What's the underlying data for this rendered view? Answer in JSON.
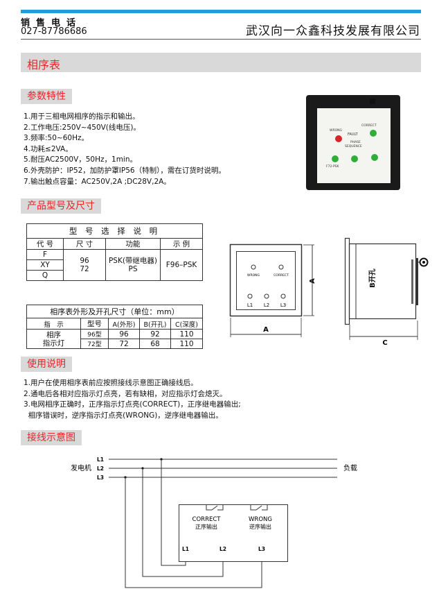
{
  "header": {
    "sales_label": "销售电话",
    "phone": "027-87786686",
    "company": "武汉向一众鑫科技发展有限公司"
  },
  "page_title": "相序表",
  "specs": {
    "heading": "参数特性",
    "items": [
      "1.用于三相电网相序的指示和输出。",
      "2.工作电压:250V~450V(线电压)。",
      "3.频率:50~60Hz。",
      "4.功耗≤2VA。",
      "5.耐压AC2500V，50Hz，1min。",
      "6.外壳防护：IP52，加防护罩IP56（特制），需在订货时说明。",
      "7.输出触点容量：AC250V,2A ;DC28V,2A。"
    ]
  },
  "photo": {
    "wrong": "WRONG",
    "correct": "CORRECT",
    "fault": "FAULT",
    "phase": "PHASE",
    "sequence": "SEQUENCE",
    "model": "F72-PSK"
  },
  "models": {
    "heading": "产品型号及尺寸",
    "table1": {
      "title": "型 号 选 择 说 明",
      "headers": [
        "代 号",
        "尺 寸",
        "功能",
        "示 例"
      ],
      "codes": [
        "F",
        "XY",
        "Q"
      ],
      "sizes": "96\n72",
      "function": "PSK(带继电器)\nPS",
      "example": "F96–PSK"
    },
    "table2": {
      "title": "相序表外形及开孔尺寸（单位：mm）",
      "headers": [
        "指　示",
        "型号",
        "A(外形)",
        "B(开孔)",
        "C(深度)"
      ],
      "row_label": "相序\n指示灯",
      "rows": [
        [
          "96型",
          "96",
          "92",
          "110"
        ],
        [
          "72型",
          "72",
          "68",
          "110"
        ]
      ]
    },
    "front_view": {
      "wrong": "WRONG",
      "correct": "CORRECT",
      "l1": "L1",
      "l2": "L2",
      "l3": "L3",
      "dim_a": "A"
    },
    "side_view": {
      "dim_b": "B开孔",
      "dim_c": "C"
    }
  },
  "usage": {
    "heading": "使用说明",
    "items": [
      "1.用户在使用相序表前应按照接线示意图正确接线后。",
      "2.通电后各相对应指示灯点亮，若有缺相，对应指示灯会熄灭。",
      "3.电网相序正确时，正序指示灯点亮(CORRECT)，正序继电器输出;",
      "  相序错误时，逆序指示灯点亮(WRONG)，逆序继电器输出。"
    ]
  },
  "wiring": {
    "heading": "接线示意图",
    "generator": "发电机",
    "load": "负载",
    "lines": [
      "L1",
      "L2",
      "L3"
    ],
    "correct": "CORRECT",
    "correct_cn": "正序输出",
    "wrong": "WRONG",
    "wrong_cn": "逆序输出"
  }
}
